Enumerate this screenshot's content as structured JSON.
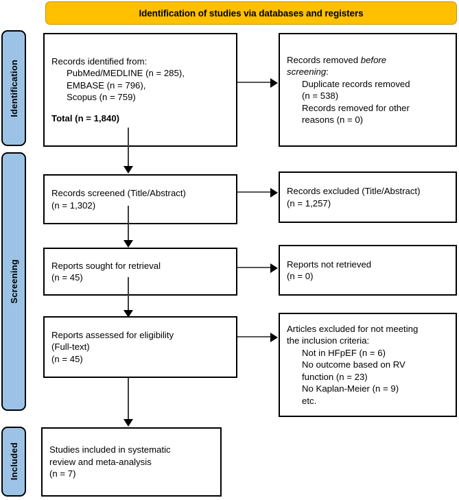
{
  "banner": {
    "title": "Identification of studies via databases and registers",
    "color": "#FFC000"
  },
  "stages": {
    "color": "#9CC3E5",
    "identification": "Identification",
    "screening": "Screening",
    "included": "Included"
  },
  "boxes": {
    "identified": {
      "line1": "Records identified from:",
      "line2": "PubMed/MEDLINE (n = 285),",
      "line3": "EMBASE (n = 796),",
      "line4": "Scopus (n = 759)",
      "total": "Total (n = 1,840)"
    },
    "removed": {
      "line1": "Records removed ",
      "line1_italic": "before",
      "line2_italic": "screening",
      "line2_tail": ":",
      "line3": "Duplicate records removed",
      "line4": "(n = 538)",
      "line5": "Records removed for other",
      "line6": "reasons (n = 0)"
    },
    "screened": {
      "line1": "Records screened (Title/Abstract)",
      "line2": "(n = 1,302)"
    },
    "excluded": {
      "line1": "Records excluded (Title/Abstract)",
      "line2": "(n = 1,257)"
    },
    "sought": {
      "line1": "Reports sought for retrieval",
      "line2": "(n = 45)"
    },
    "not_retrieved": {
      "line1": "Reports not retrieved",
      "line2": "(n = 0)"
    },
    "assessed": {
      "line1": "Reports assessed for eligibility",
      "line2": "(Full-text)",
      "line3": "(n = 45)"
    },
    "articles_excluded": {
      "line1": "Articles excluded for not meeting",
      "line2": "the inclusion criteria:",
      "line3": "Not in HFpEF (n = 6)",
      "line4": "No outcome based on RV",
      "line5": "function (n = 23)",
      "line6": "No Kaplan-Meier (n = 9)",
      "line7": "etc."
    },
    "included": {
      "line1": "Studies included in systematic",
      "line2": "review and meta-analysis",
      "line3": "(n = 7)"
    }
  }
}
